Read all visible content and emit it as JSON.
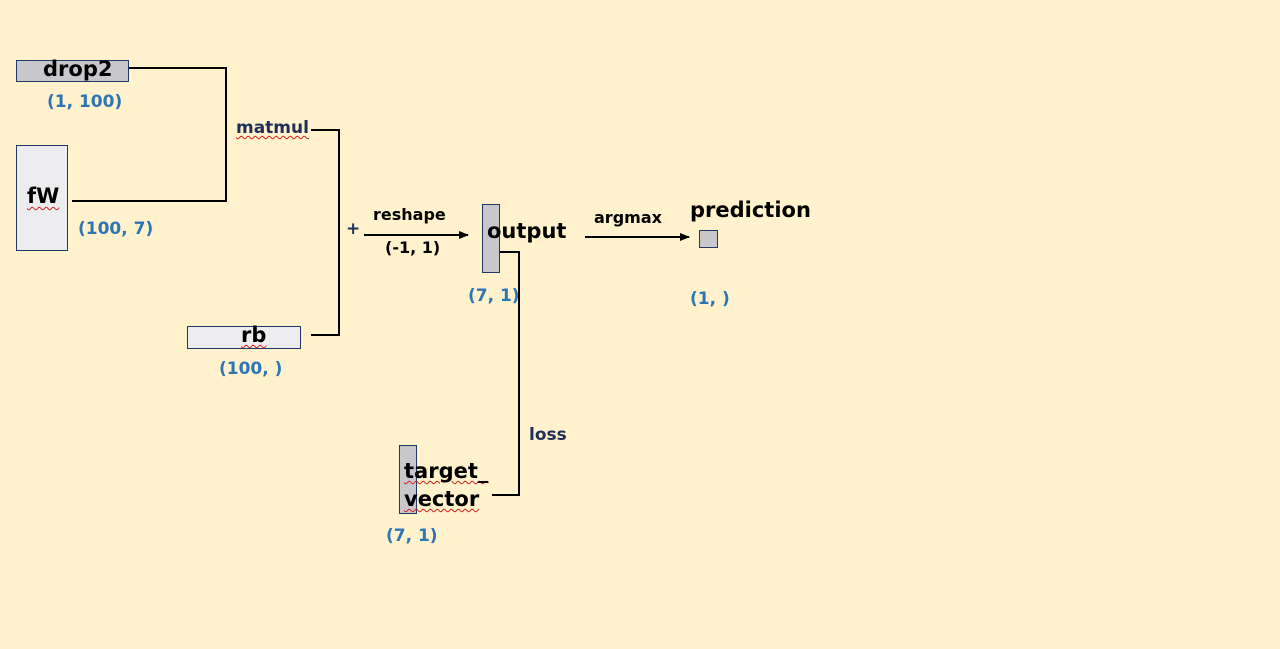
{
  "nodes": {
    "drop2": {
      "label": "drop2",
      "shape": "(1, 100)"
    },
    "fW": {
      "label": "fW",
      "shape": "(100, 7)"
    },
    "rb": {
      "label": "rb",
      "shape": "(100, )"
    },
    "output": {
      "label": "output",
      "shape": "(7, 1)"
    },
    "prediction": {
      "label": "prediction",
      "shape": "(1, )"
    },
    "target_vector": {
      "label_line1": "target_",
      "label_line2": "vector",
      "shape": "(7, 1)"
    }
  },
  "ops": {
    "matmul": "matmul",
    "plus": "+",
    "reshape": "reshape",
    "reshape_args": "(-1, 1)",
    "argmax": "argmax",
    "loss": "loss"
  },
  "colors": {
    "background": "#fff2cc",
    "shape_text": "#2e75b6",
    "op_text": "#1f2f5a",
    "box_border": "#1f3864"
  }
}
